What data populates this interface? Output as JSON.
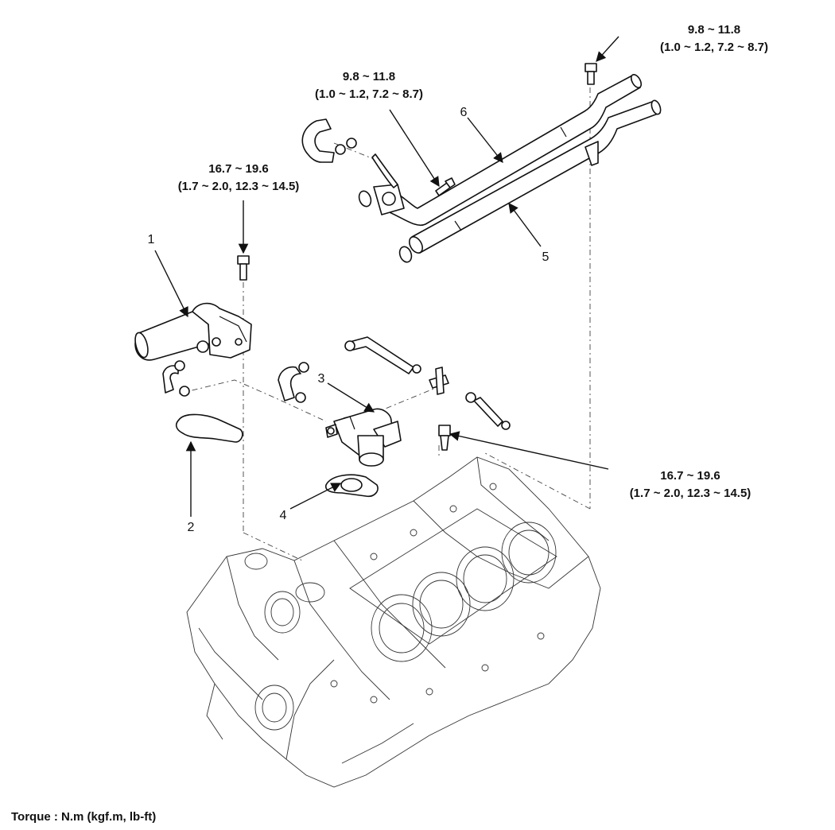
{
  "torque_specs": {
    "bolt_upper_right": {
      "value": "9.8 ~ 11.8",
      "conversions": "(1.0 ~ 1.2, 7.2 ~ 8.7)"
    },
    "bolt_pipe": {
      "value": "9.8 ~ 11.8",
      "conversions": "(1.0 ~ 1.2, 7.2 ~ 8.7)"
    },
    "bolt_housing": {
      "value": "16.7 ~ 19.6",
      "conversions": "(1.7 ~ 2.0, 12.3 ~ 14.5)"
    },
    "bolt_lower_right": {
      "value": "16.7 ~ 19.6",
      "conversions": "(1.7 ~ 2.0, 12.3 ~ 14.5)"
    }
  },
  "callouts": {
    "part1": "1",
    "part2": "2",
    "part3": "3",
    "part4": "4",
    "part5": "5",
    "part6": "6"
  },
  "footer": {
    "torque_unit": "Torque : N.m (kgf.m, lb-ft)"
  },
  "colors": {
    "line": "#111111",
    "background": "#ffffff"
  }
}
